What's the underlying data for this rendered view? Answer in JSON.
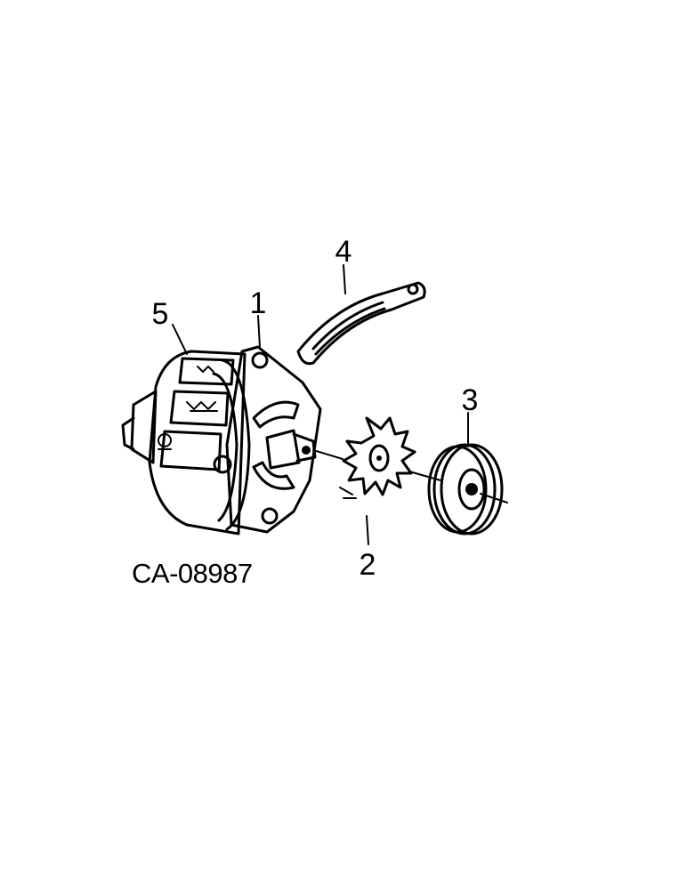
{
  "figure_code": "CA-08987",
  "callouts": {
    "alternator": "1",
    "fan": "2",
    "pulley": "3",
    "brace": "4",
    "decal": "5"
  }
}
